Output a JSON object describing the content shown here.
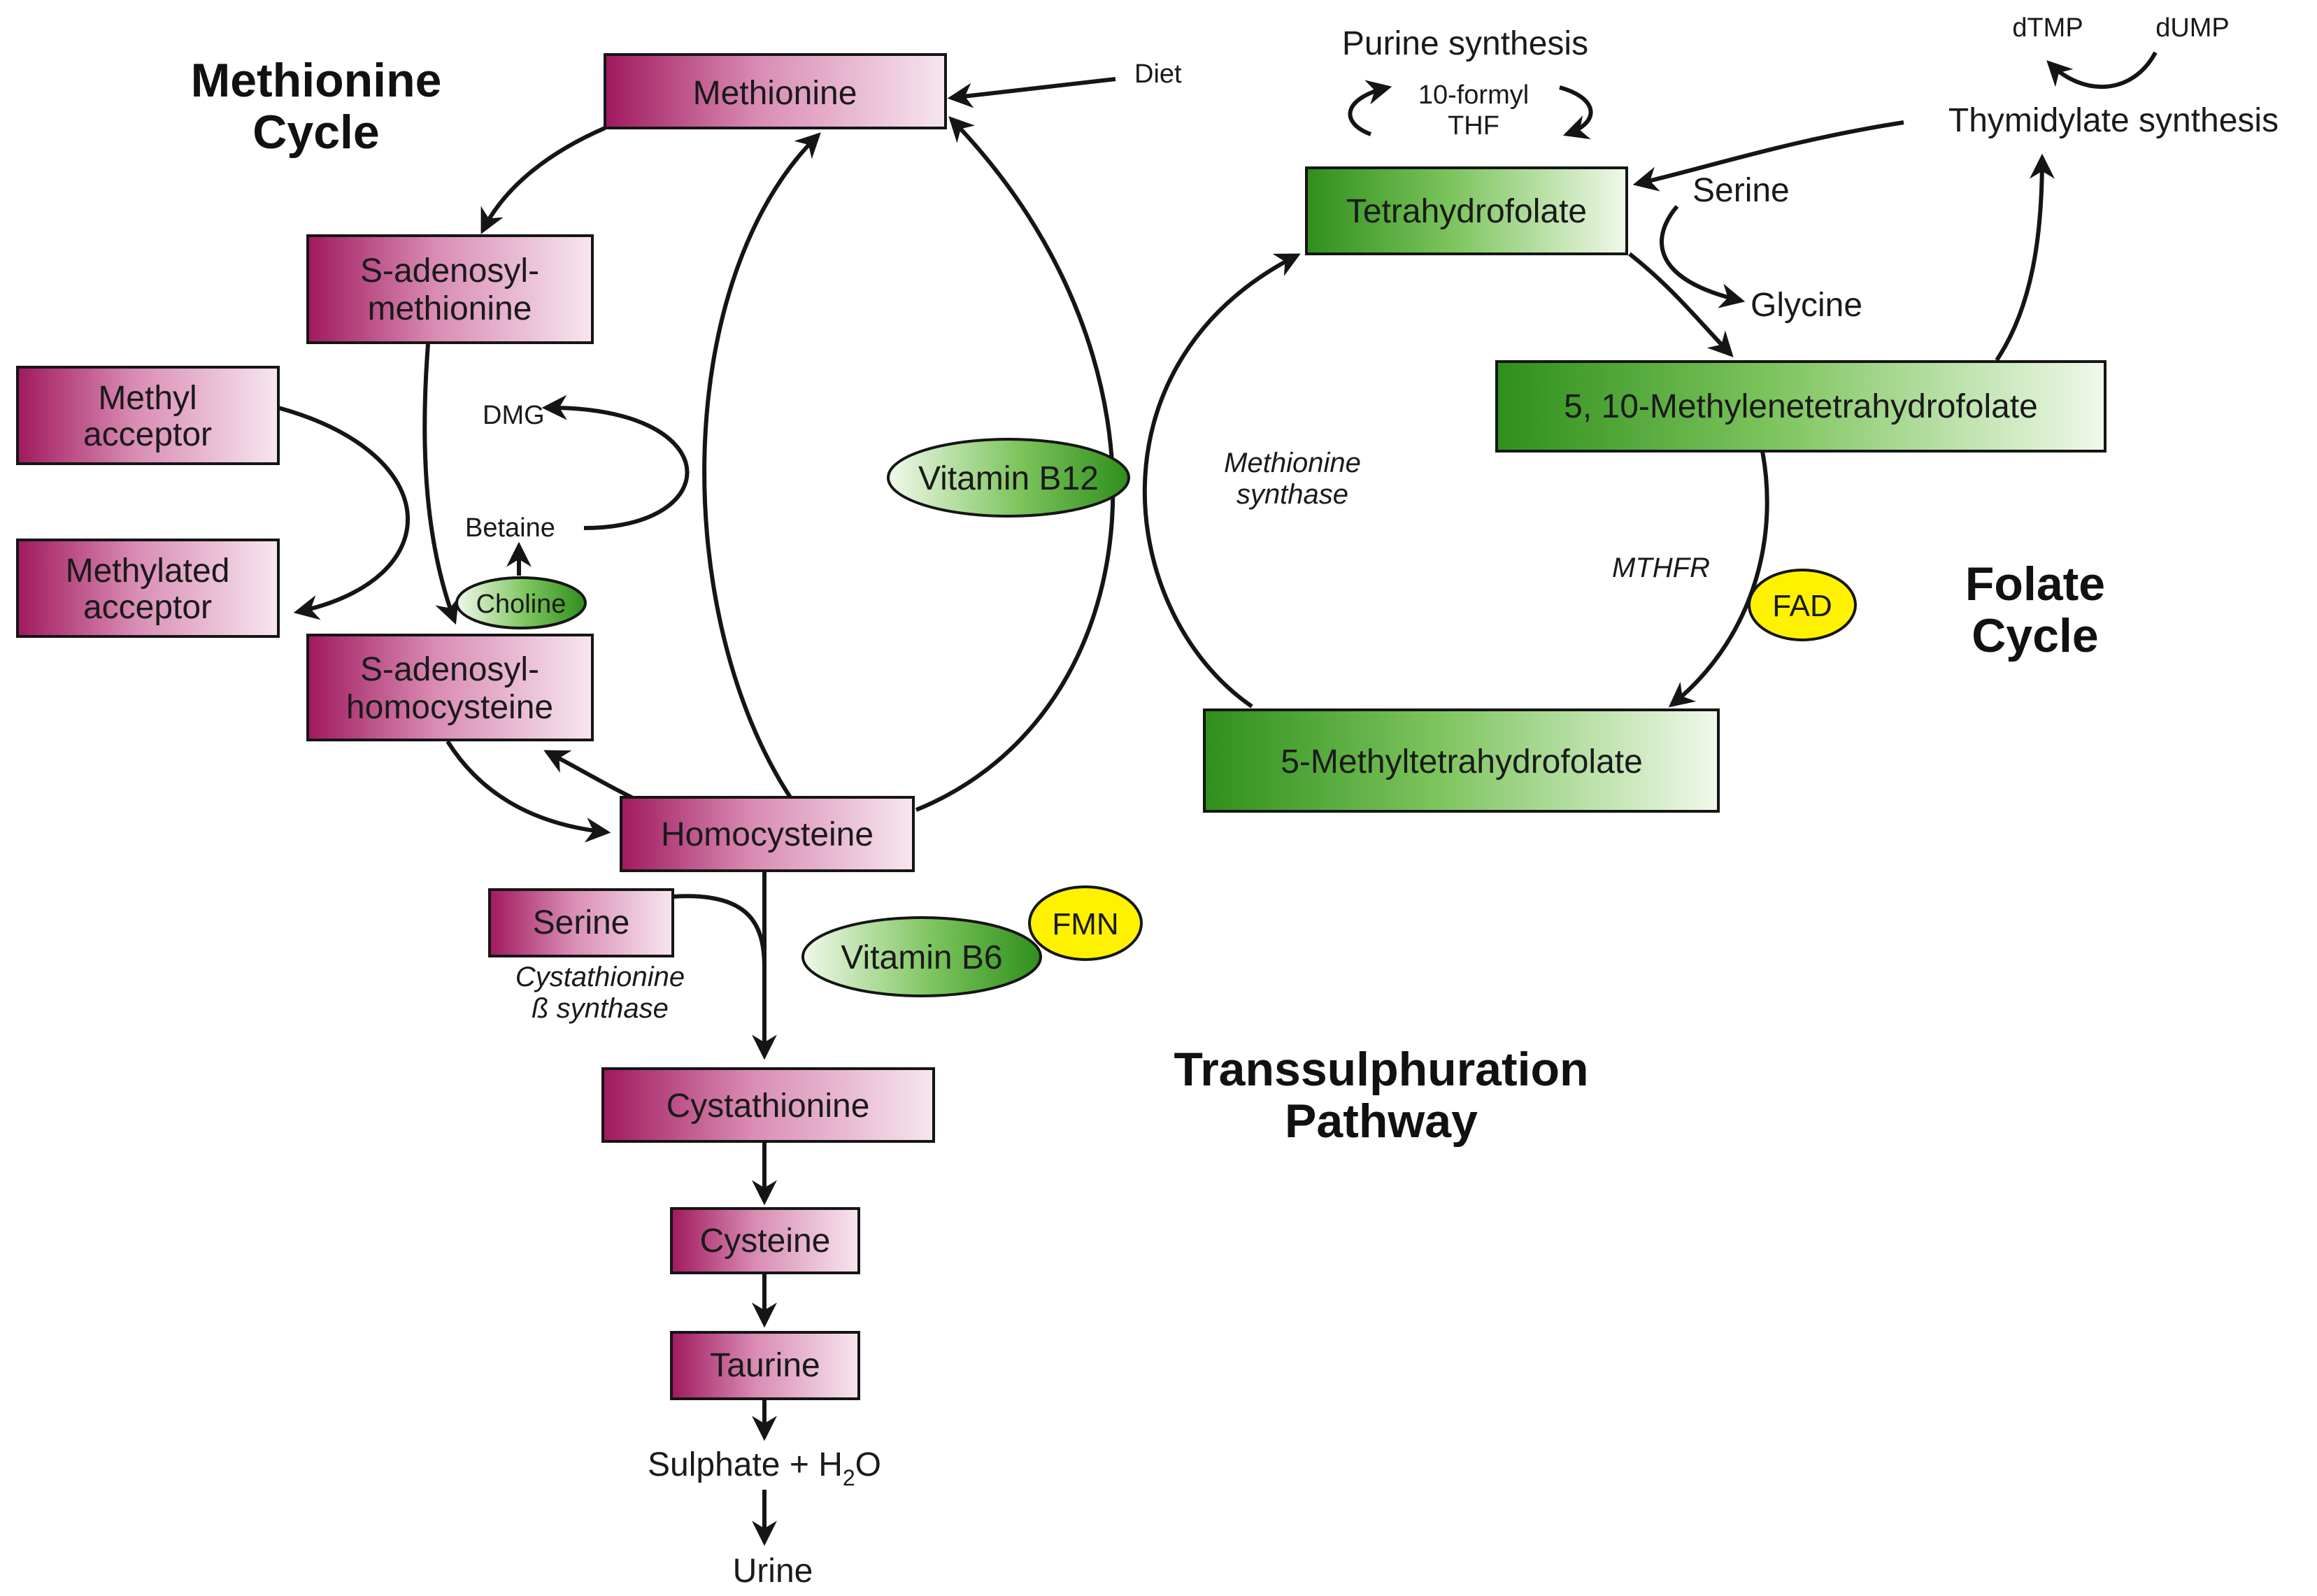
{
  "colors": {
    "magenta_dark": "#a0195e",
    "magenta_mid": "#d98cb4",
    "magenta_light": "#f7e6ef",
    "green_dark": "#2f8f1c",
    "green_mid": "#7cc45c",
    "green_light": "#f0f9ea",
    "yellow": "#fff200",
    "stroke": "#151515"
  },
  "headings": {
    "methionine_cycle": [
      "Methionine",
      "Cycle"
    ],
    "folate_cycle": [
      "Folate",
      "Cycle"
    ],
    "transsulphuration": [
      "Transsulphuration",
      "Pathway"
    ]
  },
  "nodes": {
    "methionine": [
      "Methionine"
    ],
    "sam": [
      "S-adenosyl-",
      "methionine"
    ],
    "methyl_acceptor": [
      "Methyl",
      "acceptor"
    ],
    "methylated_acceptor": [
      "Methylated",
      "acceptor"
    ],
    "sah": [
      "S-adenosyl-",
      "homocysteine"
    ],
    "homocysteine": [
      "Homocysteine"
    ],
    "serine_box": [
      "Serine"
    ],
    "cystathionine": [
      "Cystathionine"
    ],
    "cysteine": [
      "Cysteine"
    ],
    "taurine": [
      "Taurine"
    ],
    "thf": [
      "Tetrahydrofolate"
    ],
    "methylene_thf": [
      "5, 10-Methylenetetrahydrofolate"
    ],
    "methyl_thf": [
      "5-Methyltetrahydrofolate"
    ]
  },
  "cofactors": {
    "vitamin_b12": "Vitamin B12",
    "vitamin_b6": "Vitamin B6",
    "choline": "Choline",
    "fmn": "FMN",
    "fad": "FAD"
  },
  "labels": {
    "diet": "Diet",
    "dmg": "DMG",
    "betaine": "Betaine",
    "purine_synthesis": "Purine synthesis",
    "formyl_thf": [
      "10-formyl",
      "THF"
    ],
    "dtmp": "dTMP",
    "dump": "dUMP",
    "thymidylate_synthesis": "Thymidylate synthesis",
    "serine_folate": "Serine",
    "glycine": "Glycine",
    "sulphate_prefix": "Sulphate + H",
    "sulphate_sub": "2",
    "sulphate_suffix": "O",
    "urine": "Urine"
  },
  "enzymes": {
    "methionine_synthase": [
      "Methionine",
      "synthase"
    ],
    "mthfr": "MTHFR",
    "cbs": [
      "Cystathionine",
      "ß synthase"
    ]
  }
}
